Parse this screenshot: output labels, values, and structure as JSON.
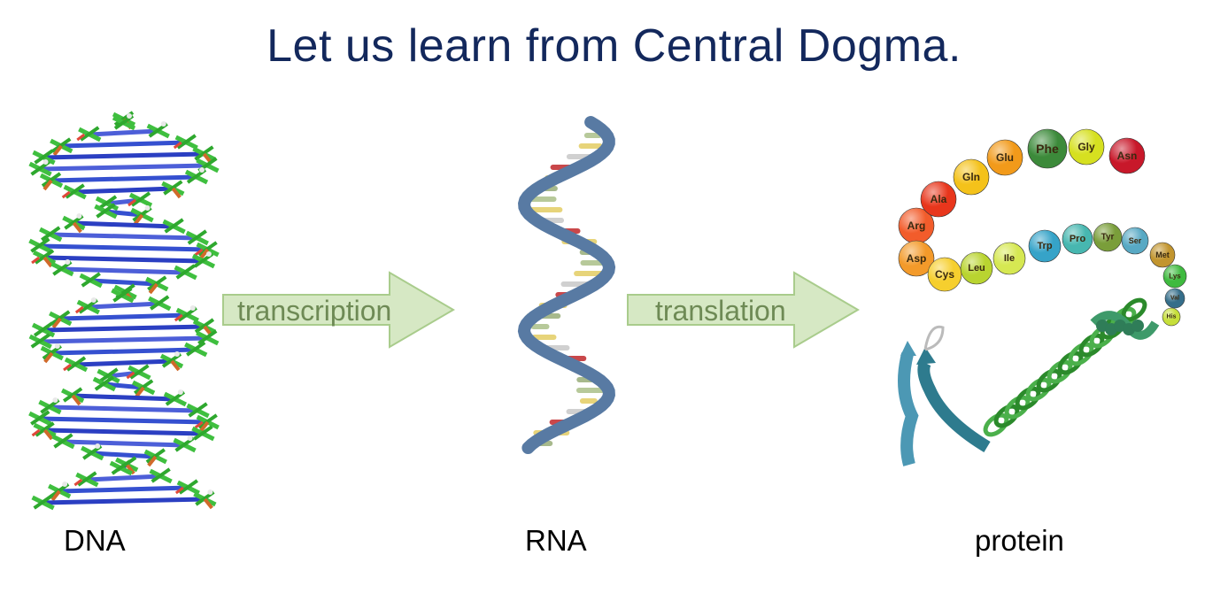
{
  "title": "Let us learn from Central Dogma.",
  "stages": {
    "dna": "DNA",
    "rna": "RNA",
    "protein": "protein"
  },
  "processes": {
    "transcription": "transcription",
    "translation": "translation"
  },
  "amino_acids_top": [
    "Arg",
    "Ala",
    "Gln",
    "Glu",
    "Phe",
    "Gly",
    "Asn"
  ],
  "amino_acids_bottom": [
    "Asp",
    "Cys",
    "Leu",
    "Ile",
    "Trp",
    "Pro",
    "Tyr",
    "Ser",
    "Met",
    "Lys",
    "Val",
    "His"
  ],
  "colors": {
    "title": "#13285c",
    "arrow_fill": "#d6e8c4",
    "arrow_stroke": "#a9cc8c",
    "arrow_text": "#6e8a55",
    "rna_strand": "#587aa3"
  }
}
